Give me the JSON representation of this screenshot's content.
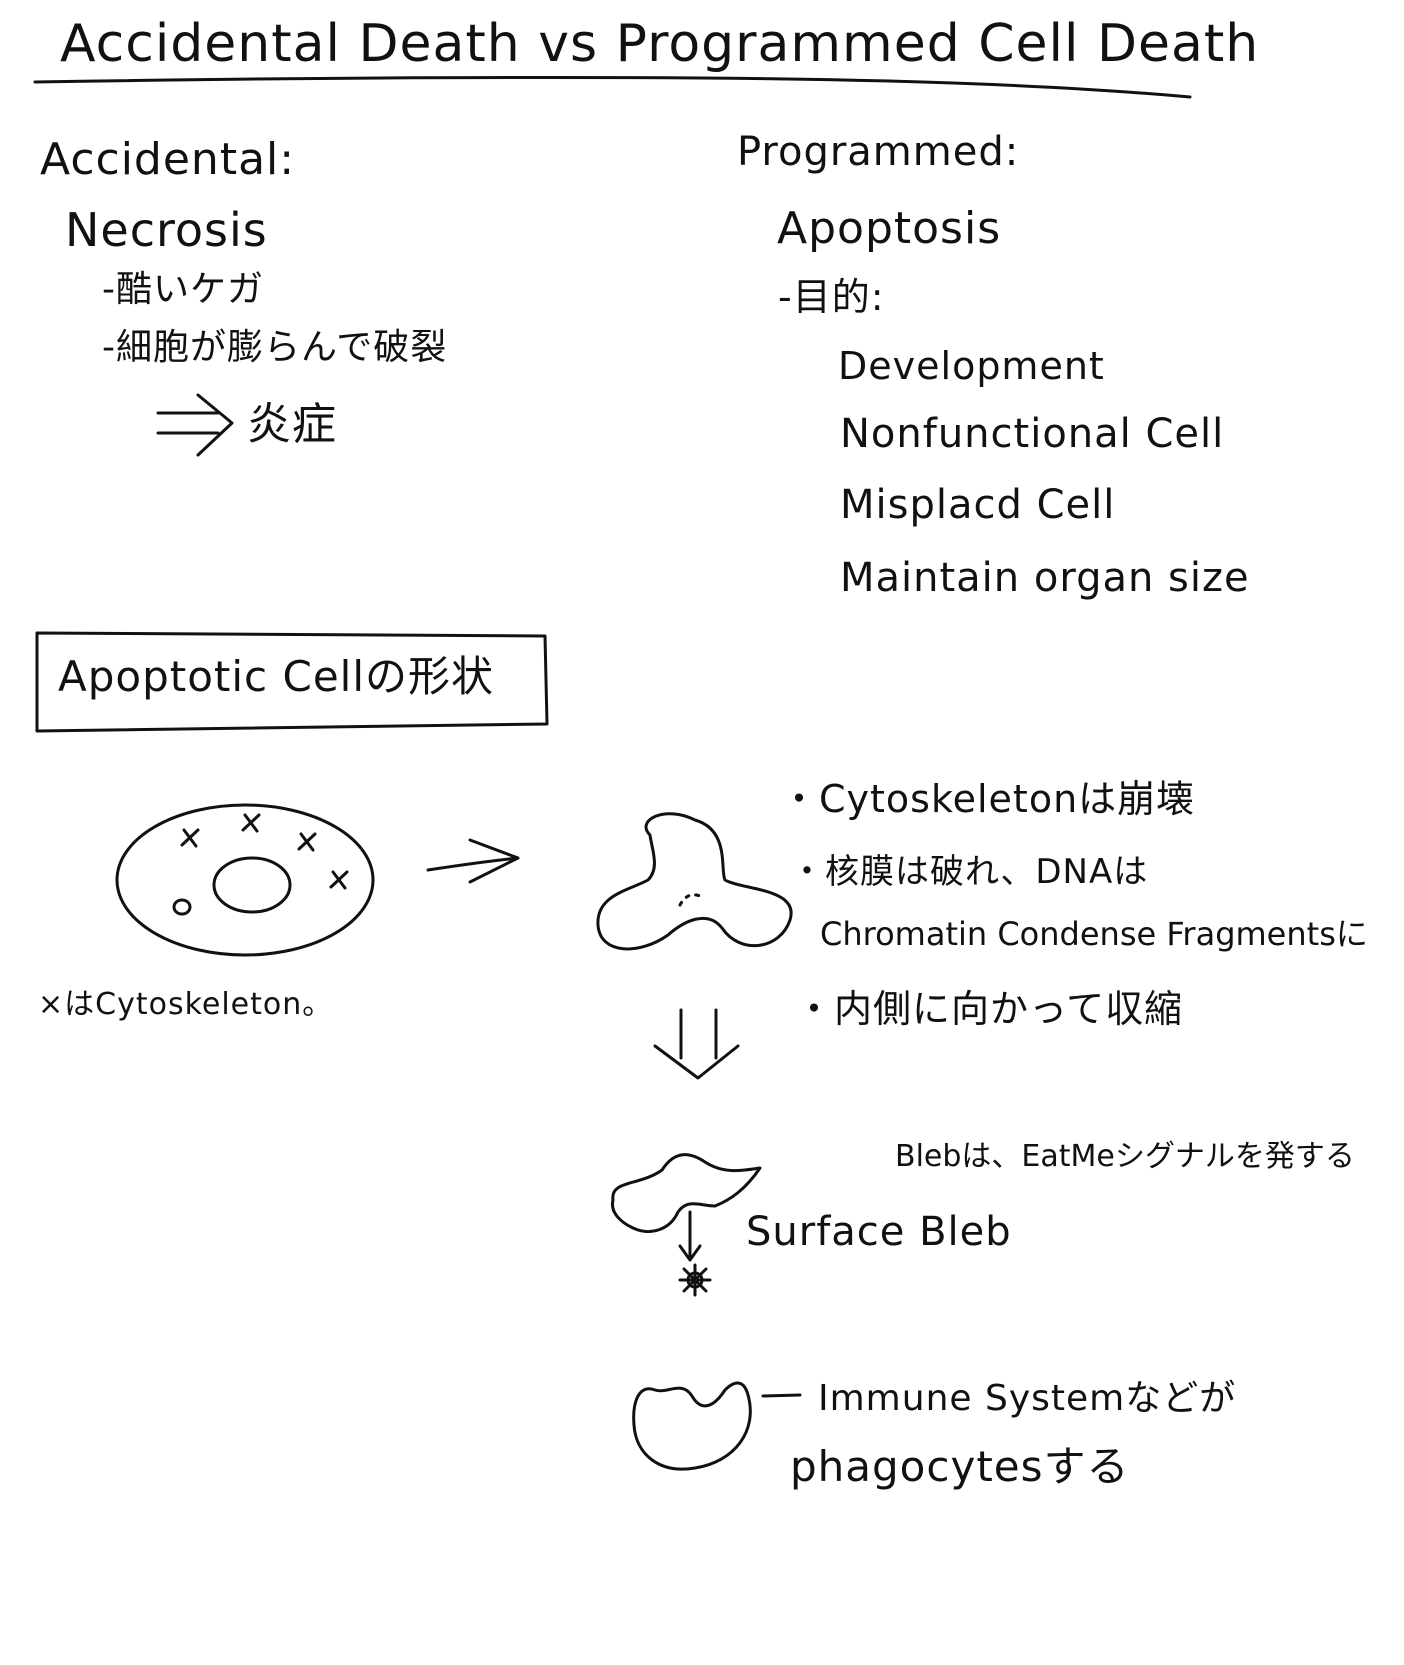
{
  "title": "Accidental Death vs Programmed Cell Death",
  "accidental": {
    "heading": "Accidental:",
    "term": "Necrosis",
    "points": [
      "-酷いケガ",
      "-細胞が膨らんで破裂"
    ],
    "result": "炎症"
  },
  "programmed": {
    "heading": "Programmed:",
    "term": "Apoptosis",
    "purpose_label": "-目的:",
    "purposes": [
      "Development",
      "Nonfunctional Cell",
      "Misplacd Cell",
      "Maintain organ size"
    ]
  },
  "section_box": {
    "title": "Apoptotic Cellの形状"
  },
  "normal_cell_caption": "×はCytoskeleton。",
  "notes": [
    "・Cytoskeletonは崩壊",
    "・核膜は破れ、DNAは",
    "Chromatin Condense Fragmentsに",
    "・内側に向かって収縮"
  ],
  "bleb_note": "Blebは、EatMeシグナルを発する",
  "bleb_label": "Surface Bleb",
  "phago_line1": "Immune Systemなどが",
  "phago_line2": "phagocytesする",
  "ink_color": "#111111"
}
